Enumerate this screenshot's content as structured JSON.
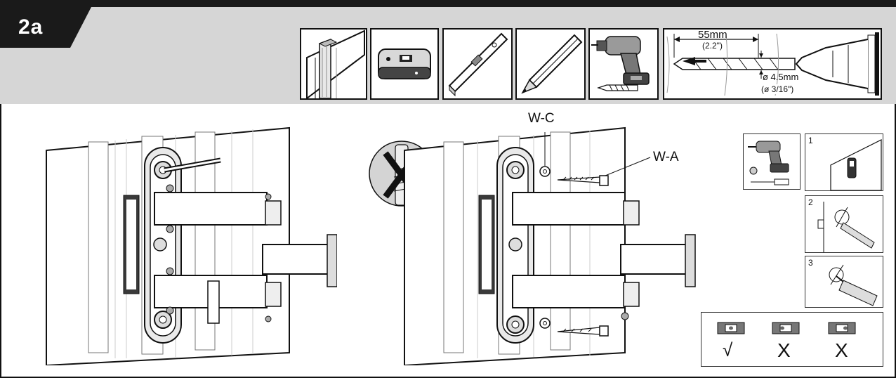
{
  "step": {
    "label": "2a"
  },
  "drill_spec": {
    "depth_mm": "55mm",
    "depth_in": "(2.2\")",
    "diameter_mm": "ø 4.5mm",
    "diameter_in": "(ø 3/16\")"
  },
  "parts": {
    "washer": "W-C",
    "screw": "W-A"
  },
  "steps": [
    "1",
    "2",
    "3"
  ],
  "level_check": {
    "ok_mark": "√",
    "bad_mark_1": "X",
    "bad_mark_2": "X"
  },
  "icons": [
    "wood-stud-icon",
    "stud-finder-icon",
    "spirit-level-icon",
    "pencil-icon",
    "drill-icon",
    "drill-bit-icon",
    "no-wall-plug-icon"
  ],
  "colors": {
    "header_bg": "#d6d6d6",
    "tab_bg": "#1a1a1a",
    "line": "#111111"
  }
}
